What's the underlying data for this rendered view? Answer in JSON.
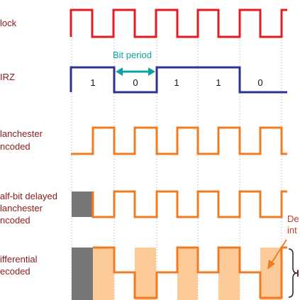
{
  "labels": {
    "clock": "lock",
    "nrz": "IRZ",
    "manchester_l1": "lanchester",
    "manchester_l2": "ncoded",
    "delayed_l1": "alf-bit delayed",
    "delayed_l2": "lanchester",
    "delayed_l3": "ncoded",
    "diff_l1": "ifferential",
    "diff_l2": "ecoded"
  },
  "bit_period_label": "Bit period",
  "bits": [
    "1",
    "0",
    "1",
    "1",
    "0"
  ],
  "annotation": {
    "line1": "De",
    "line2": "int",
    "brace_text": "I"
  },
  "colors": {
    "clock": "#e31b23",
    "nrz": "#2e3192",
    "manchester": "#f07b22",
    "shade": "#fccb99",
    "gray": "#777777",
    "label": "#8b1a1a",
    "bit_period": "#0aa3a0"
  }
}
